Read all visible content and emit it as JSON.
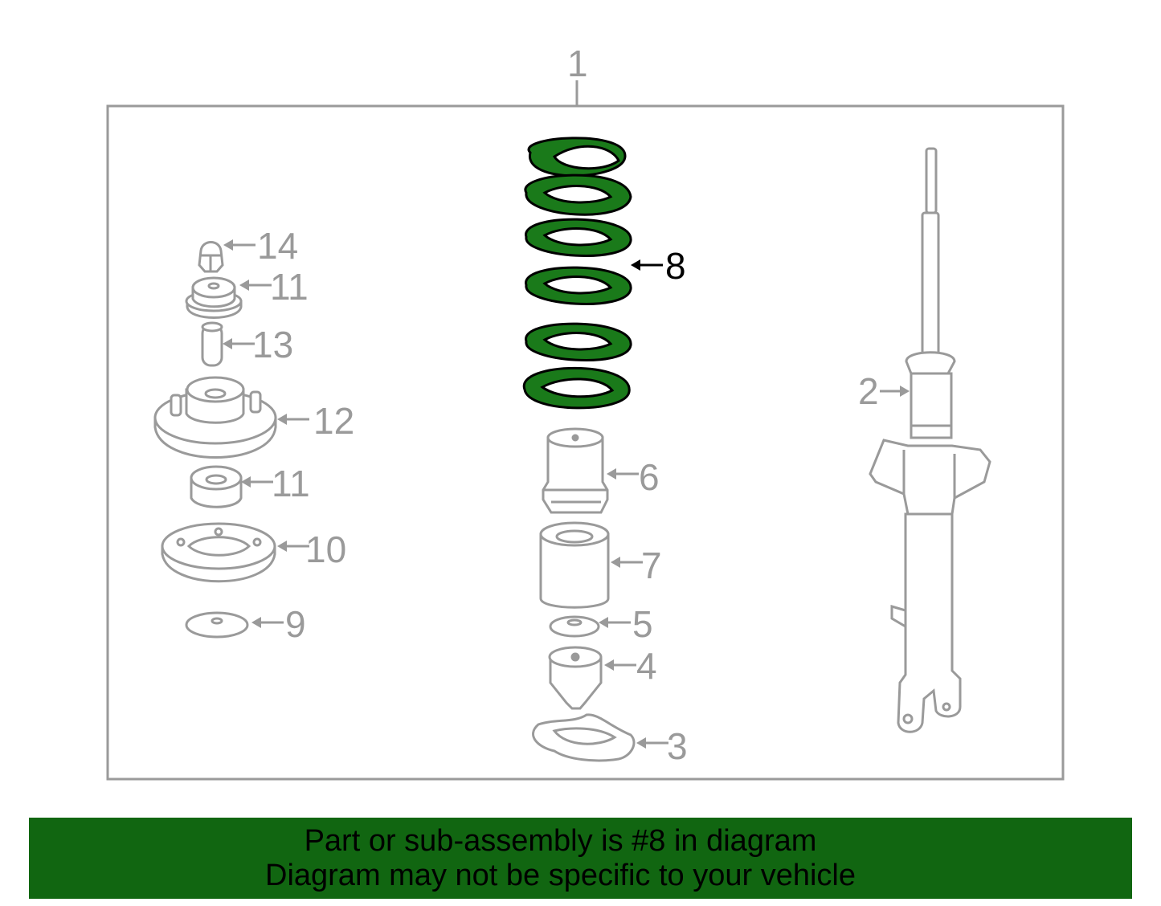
{
  "callouts": {
    "c1": "1",
    "c2": "2",
    "c3": "3",
    "c4": "4",
    "c5": "5",
    "c6": "6",
    "c7": "7",
    "c8": "8",
    "c9": "9",
    "c10": "10",
    "c11a": "11",
    "c11b": "11",
    "c12": "12",
    "c13": "13",
    "c14": "14"
  },
  "highlighted_part": "8",
  "colors": {
    "highlight": "#1a7a1a",
    "line": "#9a9a9a",
    "banner": "#116611",
    "frame": "#9a9a9a"
  },
  "banner": {
    "line1": "Part or sub-assembly is #8 in diagram",
    "line2": "Diagram may not be specific to your vehicle"
  }
}
